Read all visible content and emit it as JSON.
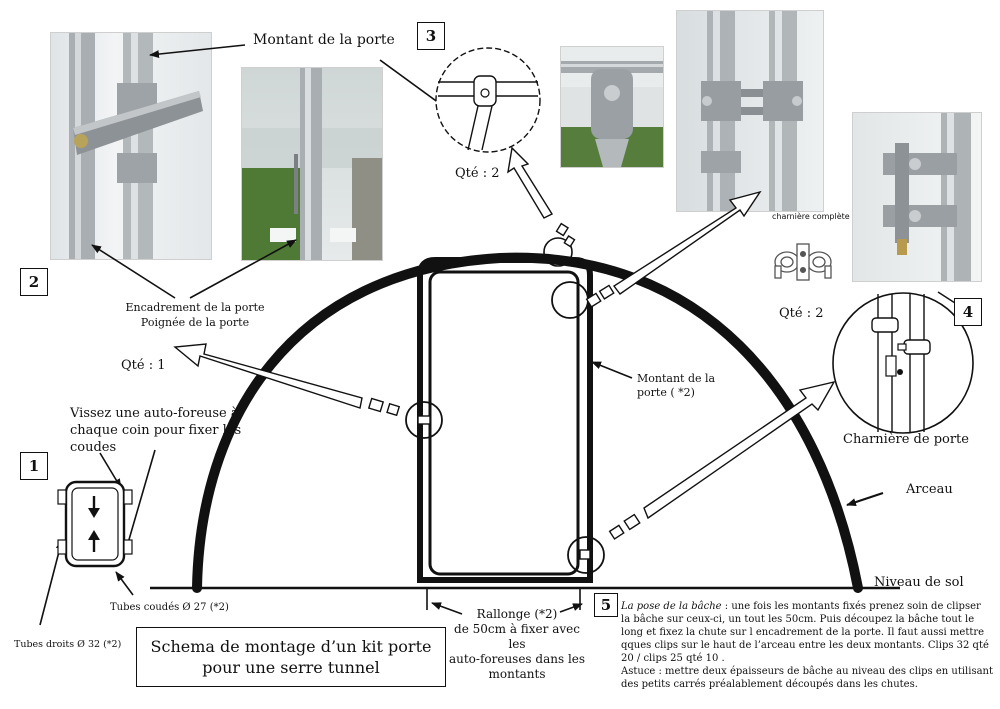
{
  "labels": {
    "montant_de_la_porte_top": "Montant de la porte",
    "encadrement": "Encadrement de la porte",
    "poignee": "Poignée de la porte",
    "qte_1": "Qté : 1",
    "qte_2_top": "Qté : 2",
    "qte_2_hinge": "Qté : 2",
    "hinge_complete": "charnière complète",
    "vissez_line1": "Vissez une auto-foreuse à",
    "vissez_line2": "chaque coin pour fixer les",
    "vissez_line3": "coudes",
    "montant_right_line1": "Montant de la",
    "montant_right_line2": "porte ( *2)",
    "charniere": "Charnière de porte",
    "arceau": "Arceau",
    "niveau": "Niveau de sol",
    "tubes_coudes": "Tubes coudés Ø 27 (*2)",
    "tubes_droits": "Tubes droits Ø 32 (*2)",
    "rallonge_line1": "Rallonge (*2)",
    "rallonge_line2": "de 50cm à fixer avec les",
    "rallonge_line3": "auto-foreuses dans les",
    "rallonge_line4": "montants"
  },
  "numbers": {
    "n1": "1",
    "n2": "2",
    "n3": "3",
    "n4": "4",
    "n5": "5"
  },
  "title": {
    "line1": "Schema de montage  d’un kit porte",
    "line2": "pour une serre tunnel"
  },
  "description": {
    "lead": "La pose de la bâche",
    "body": " : une fois les montants fixés prenez soin de clipser la bâche sur ceux-ci, un tout les 50cm. Puis découpez la bâche tout le long et fixez la chute sur l encadrement de la porte. Il faut aussi mettre qques clips sur le haut de l’arceau entre les deux montants. Clips 32 qté  20    /  clips 25 qté   10 .",
    "tip": "Astuce : mettre deux épaisseurs de bâche au niveau des clips en utilisant des petits carrés préalablement découpés dans les chutes."
  },
  "colors": {
    "ink": "#111111",
    "metal": "#b4b8bc",
    "grass": "#4f7a36"
  }
}
